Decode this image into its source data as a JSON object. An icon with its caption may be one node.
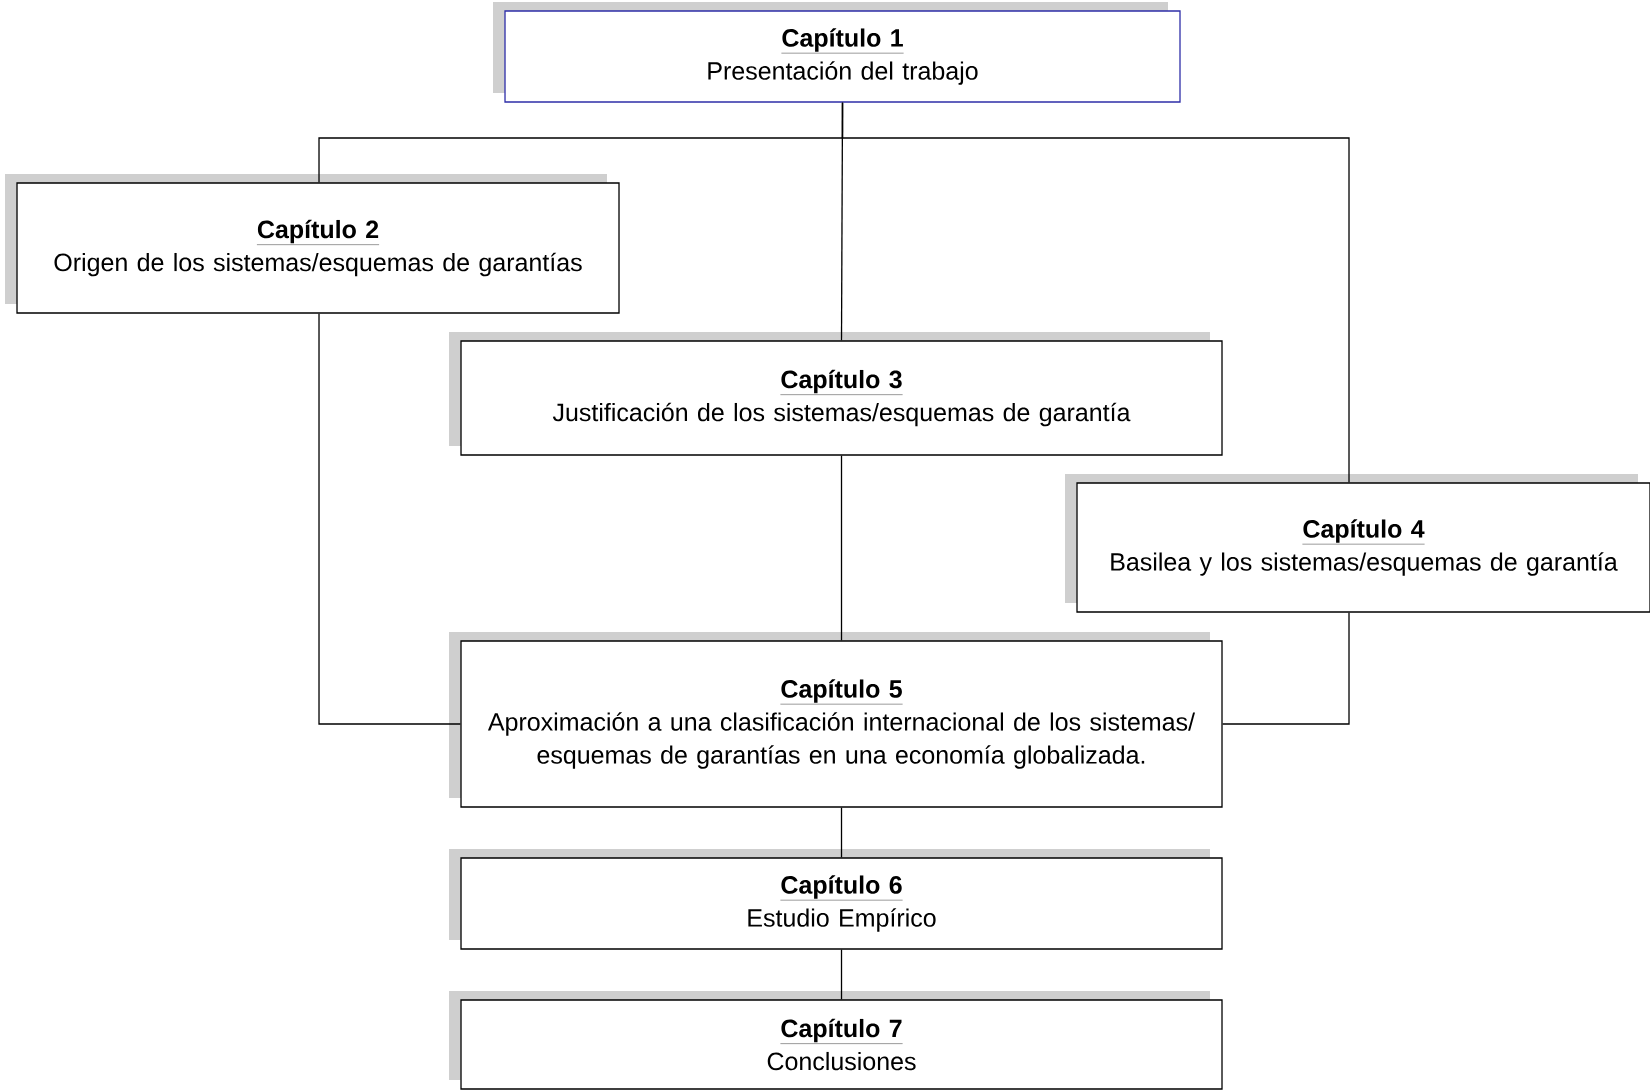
{
  "diagram": {
    "nodes": [
      {
        "text": [
          "Capítulo 1",
          "Presentación del trabajo"
        ]
      },
      {
        "text": [
          "Capítulo 2",
          "Origen de los sistemas/esquemas de garantías"
        ]
      },
      {
        "text": [
          "Capítulo 3",
          "Justificación de los sistemas/esquemas de garantía"
        ]
      },
      {
        "text": [
          "Capítulo 4",
          "Basilea y los sistemas/esquemas de garantía"
        ]
      },
      {
        "text": [
          "Capítulo 5",
          "Aproximación a una clasificación internacional de los sistemas/ esquemas de garantías en una economía globalizada."
        ]
      },
      {
        "text": [
          "Capítulo 6",
          "Estudio Empírico"
        ]
      },
      {
        "text": [
          "Capítulo 7",
          "Conclusiones"
        ]
      }
    ],
    "edges": [
      {
        "from": 0,
        "to": 1,
        "arrow": "none"
      },
      {
        "from": 0,
        "to": 2,
        "arrow": "none"
      },
      {
        "from": 0,
        "to": 3,
        "arrow": "none"
      },
      {
        "from": 1,
        "to": 4,
        "arrow": "none"
      },
      {
        "from": 2,
        "to": 4,
        "arrow": "none"
      },
      {
        "from": 3,
        "to": 4,
        "arrow": "none"
      },
      {
        "from": 4,
        "to": 5,
        "arrow": "none"
      },
      {
        "from": 5,
        "to": 6,
        "arrow": "none"
      }
    ]
  }
}
